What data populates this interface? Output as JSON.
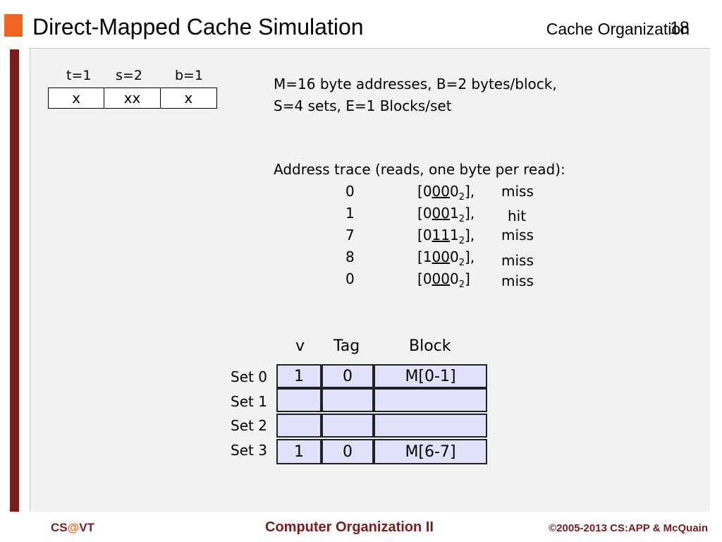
{
  "header": {
    "title": "Direct-Mapped Cache Simulation",
    "section": "Cache Organization",
    "page_number": "18"
  },
  "address_bits": {
    "labels": [
      "t=1",
      "s=2",
      "b=1"
    ],
    "cells": [
      "x",
      "xx",
      "x"
    ]
  },
  "params": {
    "line1": "M=16 byte addresses, B=2 bytes/block,",
    "line2": "S=4 sets, E=1 Blocks/set"
  },
  "trace": {
    "heading": "Address trace (reads, one byte per read):",
    "rows": [
      {
        "addr": "0",
        "open": "[",
        "b1": "0",
        "b2": "00",
        "b3": "0",
        "base": "2",
        "close": "],",
        "result": "miss"
      },
      {
        "addr": "1",
        "open": "[",
        "b1": "0",
        "b2": "00",
        "b3": "1",
        "base": "2",
        "close": "],",
        "result": "hit"
      },
      {
        "addr": "7",
        "open": "[",
        "b1": "0",
        "b2": "11",
        "b3": "1",
        "base": "2",
        "close": "],",
        "result": "miss"
      },
      {
        "addr": "8",
        "open": "[",
        "b1": "1",
        "b2": "00",
        "b3": "0",
        "base": "2",
        "close": "],",
        "result": "miss"
      },
      {
        "addr": "0",
        "open": "[",
        "b1": "0",
        "b2": "00",
        "b3": "0",
        "base": "2",
        "close": "]",
        "result": "miss"
      }
    ]
  },
  "cache": {
    "headers": {
      "v": "v",
      "tag": "Tag",
      "block": "Block"
    },
    "sets": [
      {
        "label": "Set 0",
        "v": "1",
        "tag": "0",
        "block": "M[0-1]"
      },
      {
        "label": "Set 1",
        "v": "",
        "tag": "",
        "block": ""
      },
      {
        "label": "Set 2",
        "v": "",
        "tag": "",
        "block": ""
      },
      {
        "label": "Set 3",
        "v": "1",
        "tag": "0",
        "block": "M[6-7]"
      }
    ]
  },
  "footer": {
    "left_prefix": "CS",
    "left_at": "@",
    "left_suffix": "VT",
    "center": "Computer Organization II",
    "right": "©2005-2013 CS:APP & McQuain"
  },
  "colors": {
    "accent_orange": "#f26522",
    "maroon": "#7b1c1c",
    "cache_cell_fill": "#e1e1f9"
  }
}
